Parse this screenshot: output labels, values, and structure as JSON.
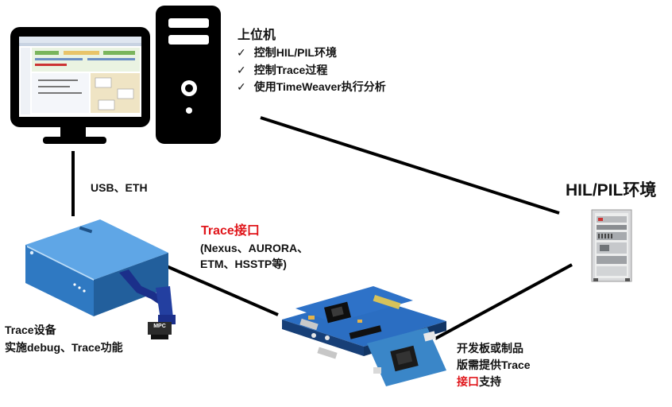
{
  "host": {
    "title": "上位机",
    "features": [
      "控制HIL/PIL环境",
      "控制Trace过程",
      "使用TimeWeaver执行分析"
    ],
    "check_glyph": "✓",
    "icons": [
      "monitor-icon",
      "pc-tower-icon"
    ]
  },
  "link_host_device": "USB、ETH",
  "hil": {
    "title": "HIL/PIL环境",
    "icon": "hil-rack-icon"
  },
  "trace_interface": {
    "title": "Trace接口",
    "line1": "(Nexus、AURORA、",
    "line2": "ETM、HSSTP等)",
    "title_color": "#e0161b"
  },
  "trace_device": {
    "line1": "Trace设备",
    "line2": "实施debug、Trace功能",
    "connector_label": "MPC",
    "icon": "trace-device-icon"
  },
  "board": {
    "line1": "开发板或制品",
    "line2": "版需提供Trace",
    "line3_red": "接口",
    "line3_rest": "支持",
    "icon": "eval-board-icon"
  },
  "colors": {
    "device_blue": "#3d86d0",
    "board_blue": "#1d5aa8",
    "accent_red": "#e0161b"
  }
}
